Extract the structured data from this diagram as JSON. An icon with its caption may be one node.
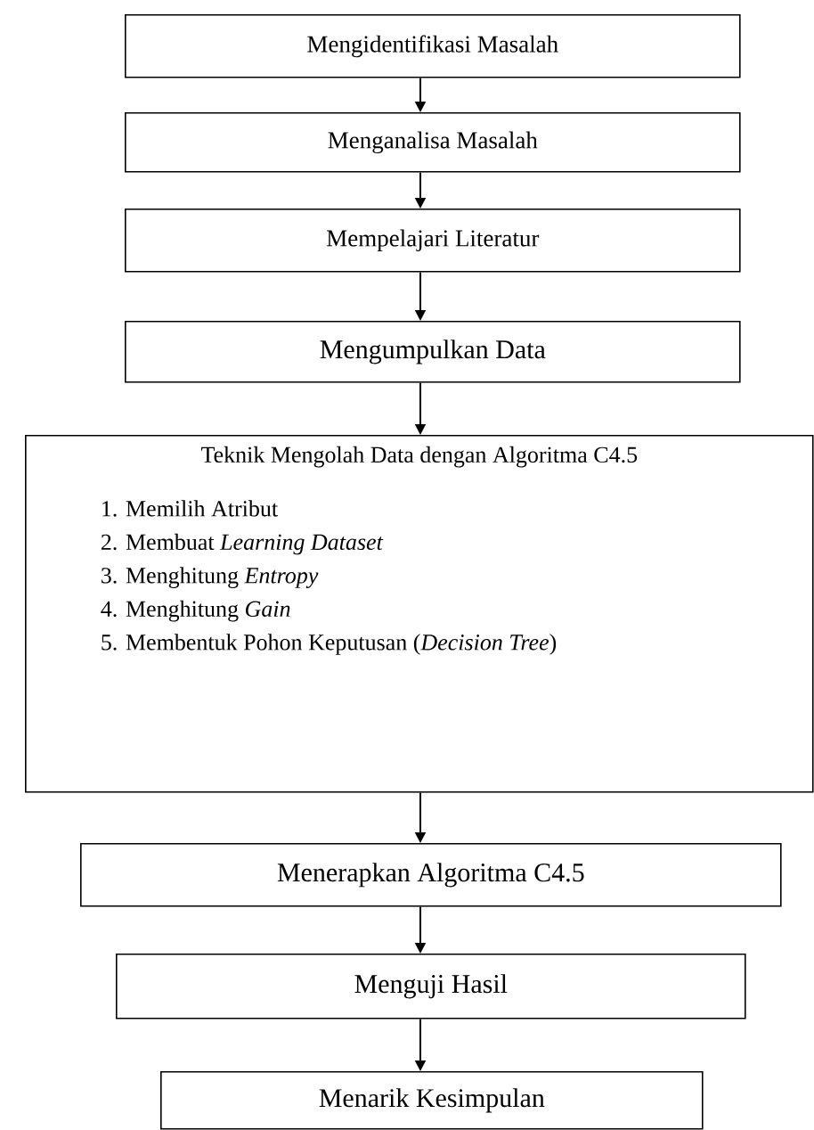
{
  "diagram": {
    "nodes": [
      {
        "text": [
          "Mengidentifikasi Masalah"
        ]
      },
      {
        "text": [
          "Menganalisa Masalah"
        ]
      },
      {
        "text": [
          "Mempelajari Literatur"
        ]
      },
      {
        "text": [
          "Mengumpulkan Data"
        ]
      },
      {
        "text": [
          "Teknik Mengolah Data dengan Algoritma C4.5",
          "1. Memilih Atribut",
          "2. Membuat *Learning Dataset*",
          "3. Menghitung *Entropy*",
          "4. Menghitung *Gain*",
          "5. Membentuk Pohon Keputusan (*Decision Tree*)"
        ]
      },
      {
        "text": [
          "Menerapkan Algoritma C4.5"
        ]
      },
      {
        "text": [
          "Menguji Hasil"
        ]
      },
      {
        "text": [
          "Menarik Kesimpulan"
        ]
      }
    ],
    "edges": [
      {
        "from": 0,
        "to": 1,
        "arrow": "to"
      },
      {
        "from": 1,
        "to": 2,
        "arrow": "to"
      },
      {
        "from": 2,
        "to": 3,
        "arrow": "to"
      },
      {
        "from": 3,
        "to": 4,
        "arrow": "to"
      },
      {
        "from": 4,
        "to": 5,
        "arrow": "to"
      },
      {
        "from": 5,
        "to": 6,
        "arrow": "to"
      },
      {
        "from": 6,
        "to": 7,
        "arrow": "to"
      }
    ]
  }
}
